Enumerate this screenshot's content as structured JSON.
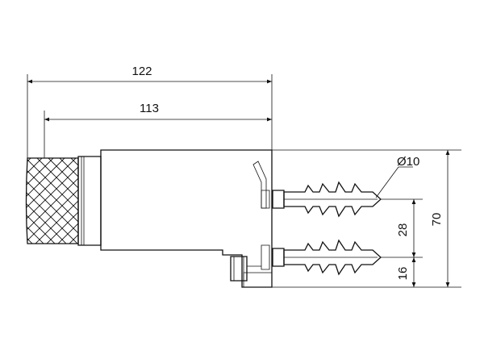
{
  "dimensions": {
    "overall_length": "122",
    "body_length": "113",
    "hole_diameter": "Ø10",
    "hole_spacing": "28",
    "total_height": "70",
    "bottom_offset": "16"
  }
}
